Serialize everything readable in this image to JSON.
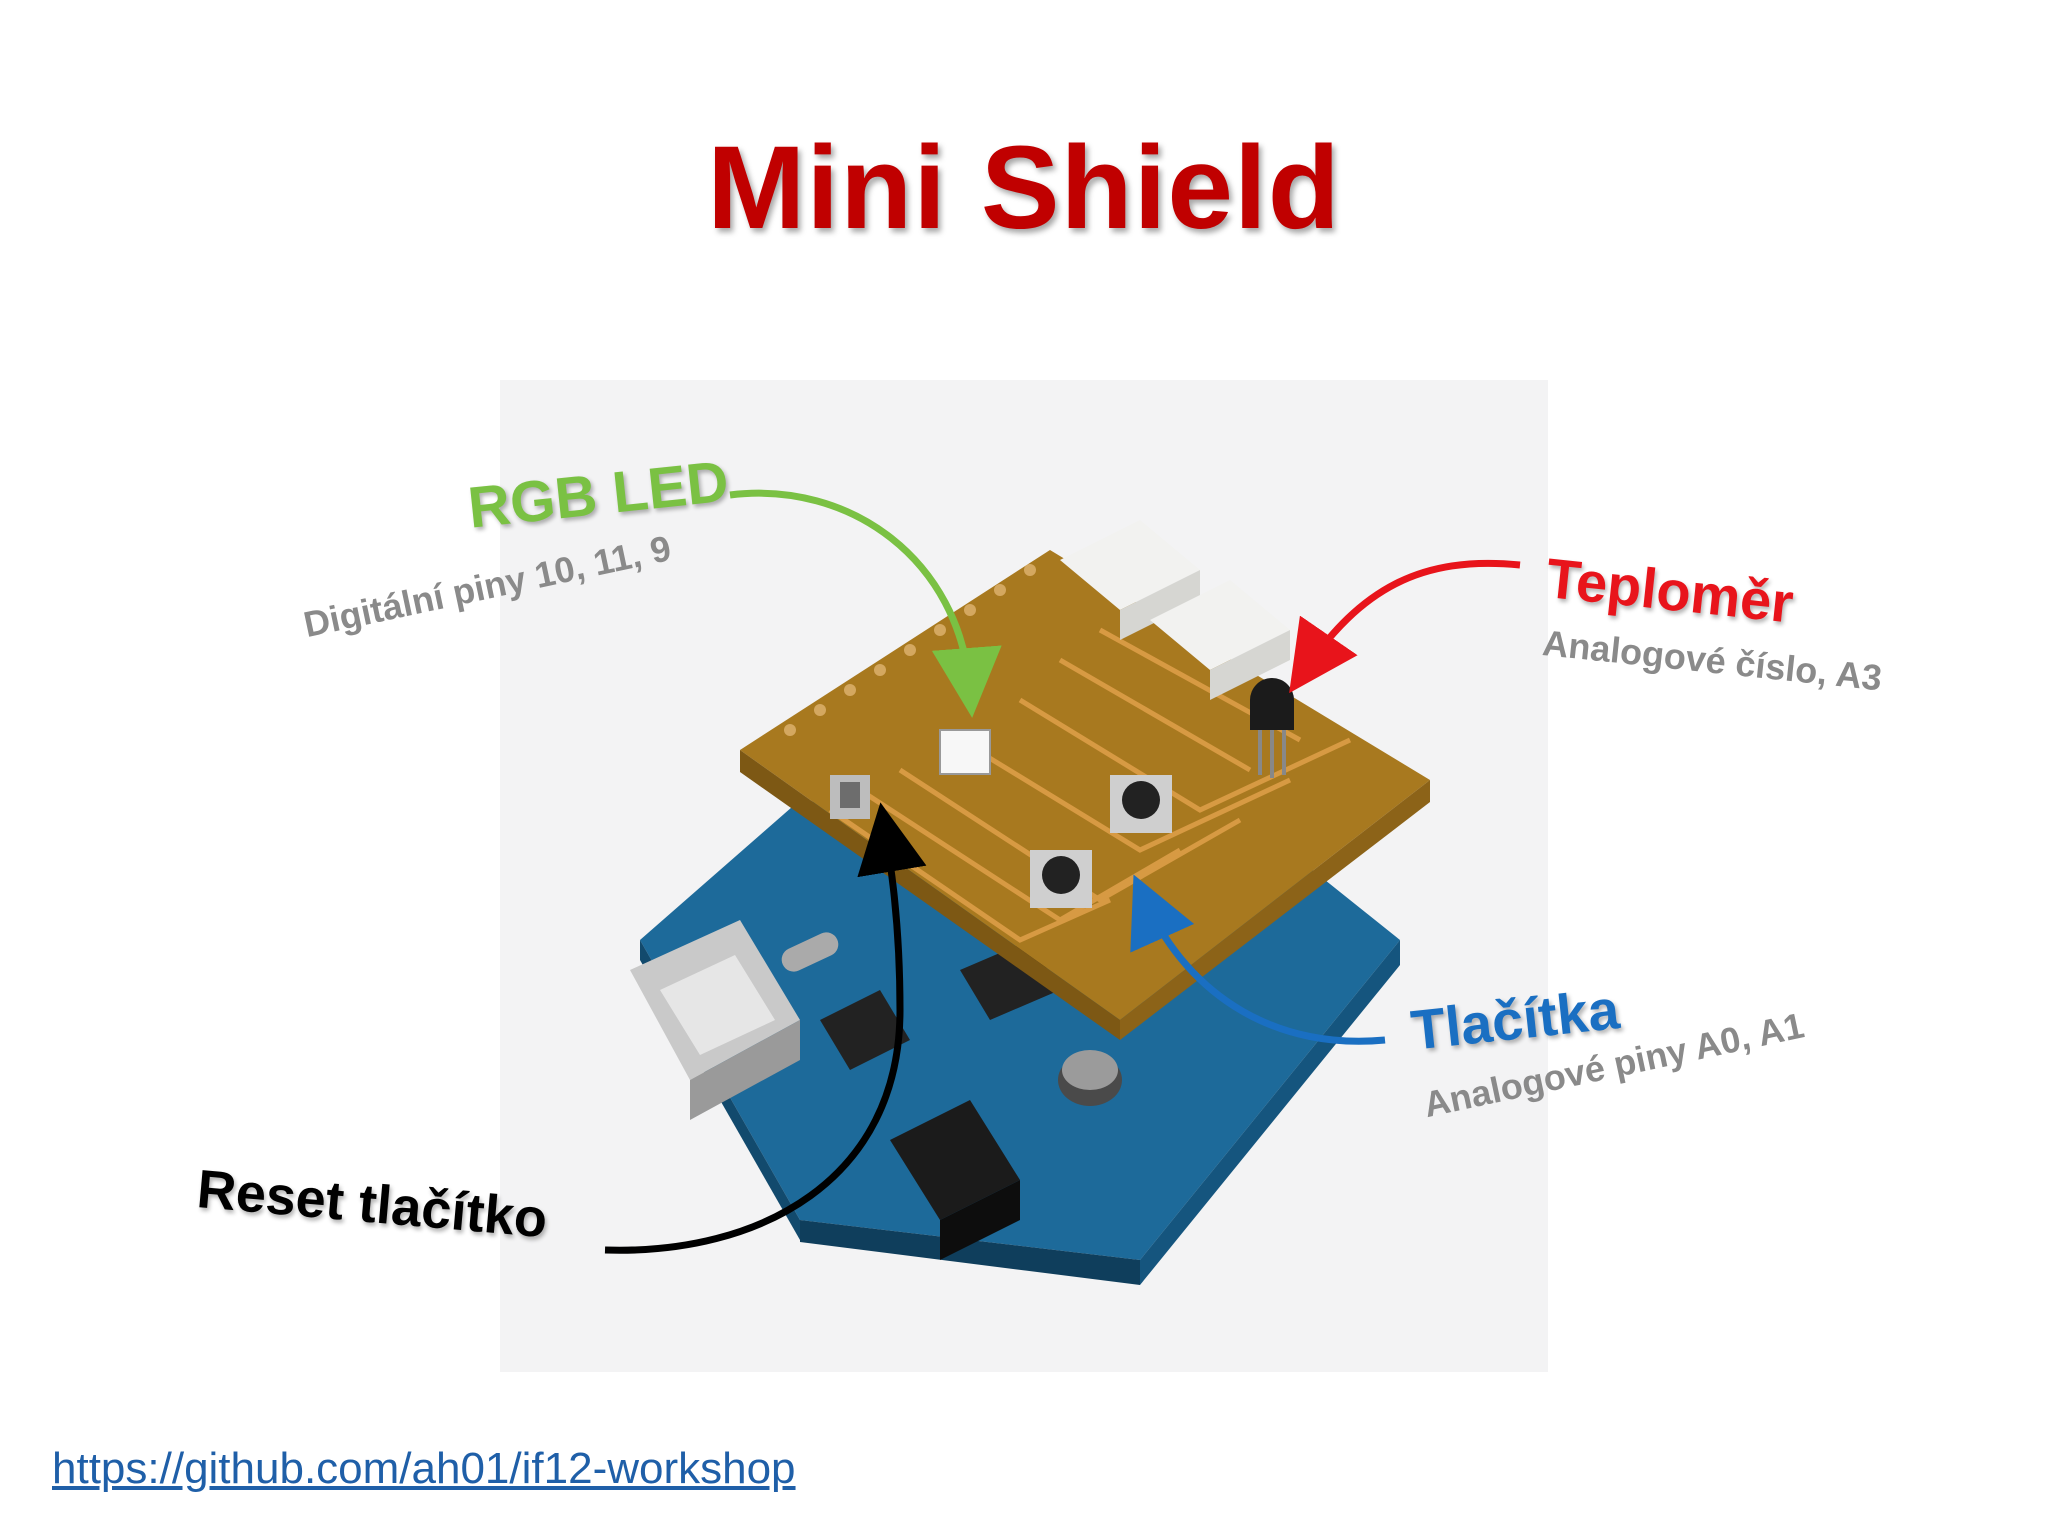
{
  "slide": {
    "title": "Mini Shield",
    "link": "https://github.com/ah01/if12-workshop"
  },
  "callouts": {
    "rgb_led": {
      "label": "RGB LED",
      "detail": "Digitální piny 10, 11, 9",
      "color": "#7ac143"
    },
    "thermometer": {
      "label": "Teploměr",
      "detail": "Analogové číslo, A3",
      "color": "#e8141b"
    },
    "buttons": {
      "label": "Tlačítka",
      "detail": "Analogové piny A0, A1",
      "color": "#1a6fc2"
    },
    "reset": {
      "label": "Reset tlačítko",
      "color": "#000000"
    }
  },
  "colors": {
    "title": "#c00000",
    "pcb_shield": "#b98a2a",
    "pcb_arduino": "#1d6a9a",
    "link": "#1f5fa8"
  }
}
